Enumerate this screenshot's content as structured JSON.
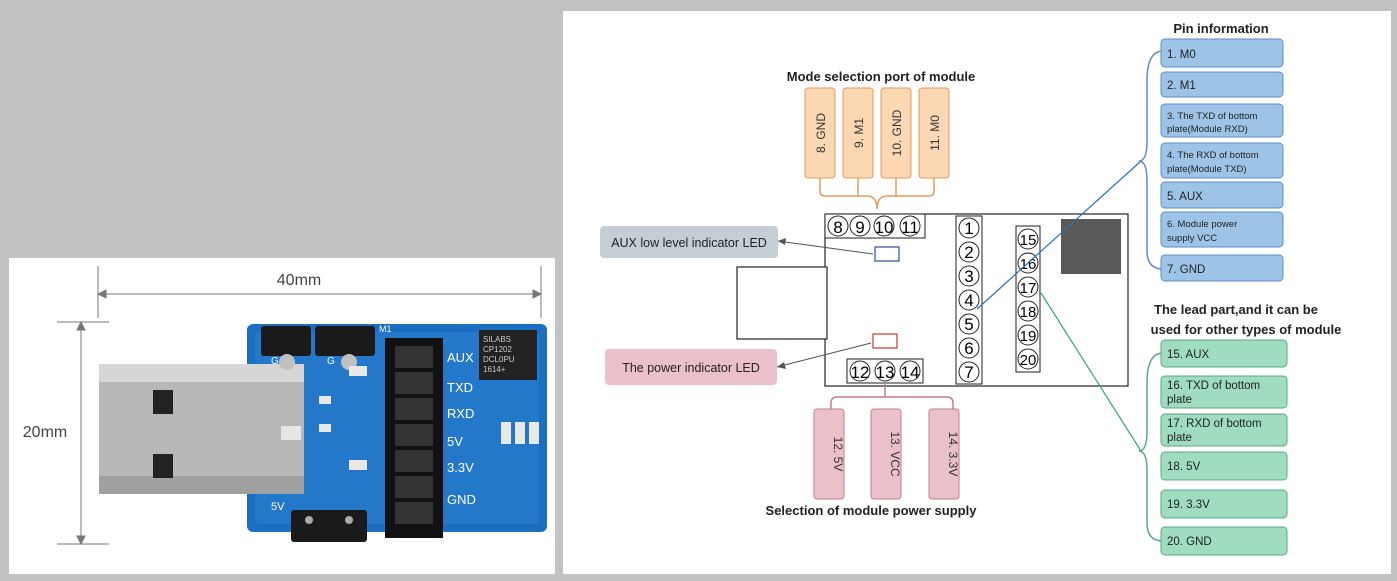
{
  "photo": {
    "width_label": "40mm",
    "height_label": "20mm",
    "chip_lines": [
      "SILABS",
      "CP1202",
      "DCL0PU",
      "1614+"
    ],
    "pin_labels": [
      "AUX",
      "TXD",
      "RXD",
      "5V",
      "3.3V",
      "GND"
    ],
    "jumper_labels": [
      "G",
      "G",
      "M1",
      "5V"
    ]
  },
  "diagram": {
    "mode_title": "Mode selection port of module",
    "mode_pins": [
      "8. GND",
      "9. M1",
      "10. GND",
      "11. M0"
    ],
    "power_title": "Selection of module power supply",
    "power_pins": [
      "12. 5V",
      "13. VCC",
      "14. 3.3V"
    ],
    "aux_led_label": "AUX low level indicator LED",
    "power_led_label": "The power indicator LED",
    "pin_info_title": "Pin information",
    "pin_info": [
      {
        "line1": "1. M0",
        "line2": ""
      },
      {
        "line1": "2. M1",
        "line2": ""
      },
      {
        "line1": "3. The TXD of bottom",
        "line2": "plate(Module RXD)"
      },
      {
        "line1": "4. The RXD of bottom",
        "line2": "plate(Module TXD)"
      },
      {
        "line1": "5. AUX",
        "line2": ""
      },
      {
        "line1": "6. Module power",
        "line2": "supply  VCC"
      },
      {
        "line1": "7. GND",
        "line2": ""
      }
    ],
    "lead_title_1": "The lead part,and it can be",
    "lead_title_2": "used for other types of module",
    "lead_info": [
      {
        "line1": "15. AUX",
        "line2": ""
      },
      {
        "line1": "16. TXD of bottom",
        "line2": "plate"
      },
      {
        "line1": "17. RXD of bottom",
        "line2": "plate"
      },
      {
        "line1": "18. 5V",
        "line2": ""
      },
      {
        "line1": "19. 3.3V",
        "line2": ""
      },
      {
        "line1": "20. GND",
        "line2": ""
      }
    ],
    "top_header_numbers": [
      "8",
      "9",
      "10",
      "11"
    ],
    "bottom_header_numbers": [
      "12",
      "13",
      "14"
    ],
    "main_pin_numbers": [
      "1",
      "2",
      "3",
      "4",
      "5",
      "6",
      "7"
    ],
    "lead_pin_numbers": [
      "15",
      "16",
      "17",
      "18",
      "19",
      "20"
    ],
    "colors": {
      "orange_fill": "#fbd7b4",
      "orange_stroke": "#e39a5c",
      "pink_fill": "#eac0cb",
      "pink_stroke": "#c77b8e",
      "blue_fill": "#9dc3e6",
      "blue_stroke": "#5b8fc3",
      "green_fill": "#9fdcc0",
      "green_stroke": "#5aa884",
      "gray_fill": "#c5cdd5"
    }
  }
}
